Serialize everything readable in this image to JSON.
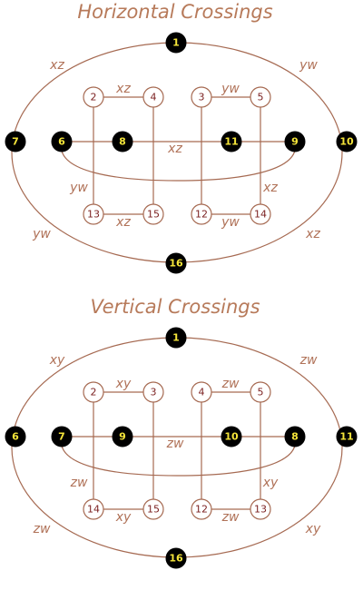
{
  "colors": {
    "wire": "#a66a52",
    "title": "#b77a5a",
    "label": "#b07258",
    "black_node_fill": "#000000",
    "black_node_text": "#f5e53a",
    "white_node_text": "#7a1f1f"
  },
  "diagrams": [
    {
      "title": "Horizontal Crossings",
      "outer_nodes": {
        "top": "1",
        "left": "7",
        "right": "10",
        "bottom": "16"
      },
      "middle_nodes": [
        "6",
        "8",
        "11",
        "9"
      ],
      "box_left": {
        "tl": "2",
        "tr": "4",
        "bl": "13",
        "br": "15"
      },
      "box_right": {
        "tl": "3",
        "tr": "5",
        "bl": "12",
        "br": "14"
      },
      "labels": {
        "outer_tl": "xz",
        "outer_tr": "yw",
        "outer_bl": "yw",
        "outer_br": "xz",
        "box_left_top": "xz",
        "box_left_side": "yw",
        "box_left_bottom": "xz",
        "box_right_top": "yw",
        "box_right_side": "xz",
        "box_right_bottom": "yw",
        "middle": "xz"
      }
    },
    {
      "title": "Vertical Crossings",
      "outer_nodes": {
        "top": "1",
        "left": "6",
        "right": "11",
        "bottom": "16"
      },
      "middle_nodes": [
        "7",
        "9",
        "10",
        "8"
      ],
      "box_left": {
        "tl": "2",
        "tr": "3",
        "bl": "14",
        "br": "15"
      },
      "box_right": {
        "tl": "4",
        "tr": "5",
        "bl": "12",
        "br": "13"
      },
      "labels": {
        "outer_tl": "xy",
        "outer_tr": "zw",
        "outer_bl": "zw",
        "outer_br": "xy",
        "box_left_top": "xy",
        "box_left_side": "zw",
        "box_left_bottom": "xy",
        "box_right_top": "zw",
        "box_right_side": "xy",
        "box_right_bottom": "zw",
        "middle": "zw"
      }
    }
  ]
}
